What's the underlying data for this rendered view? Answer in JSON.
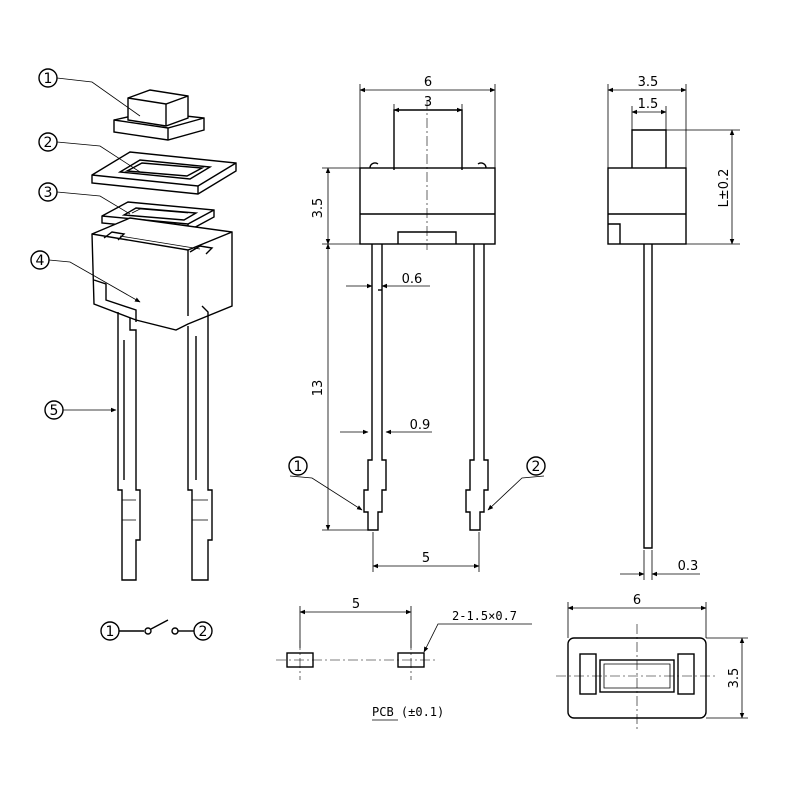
{
  "callouts": {
    "exploded": [
      "1",
      "2",
      "3",
      "4",
      "5"
    ],
    "pins": [
      "1",
      "2"
    ],
    "schematic": [
      "1",
      "2"
    ]
  },
  "dimensions": {
    "front_width": "6",
    "front_actuator_width": "3",
    "front_body_height": "3.5",
    "front_pin_width": "0.6",
    "front_pin_length": "13",
    "front_pin_tip_width": "0.9",
    "front_pin_spacing": "5",
    "side_width": "3.5",
    "side_actuator_width": "1.5",
    "side_actuator_height": "L±0.2",
    "side_pin_thickness": "0.3",
    "pcb_spacing": "5",
    "pcb_hole_spec": "2-1.5×0.7",
    "pcb_label": "PCB (±0.1)",
    "bottom_width": "6",
    "bottom_height": "3.5"
  }
}
